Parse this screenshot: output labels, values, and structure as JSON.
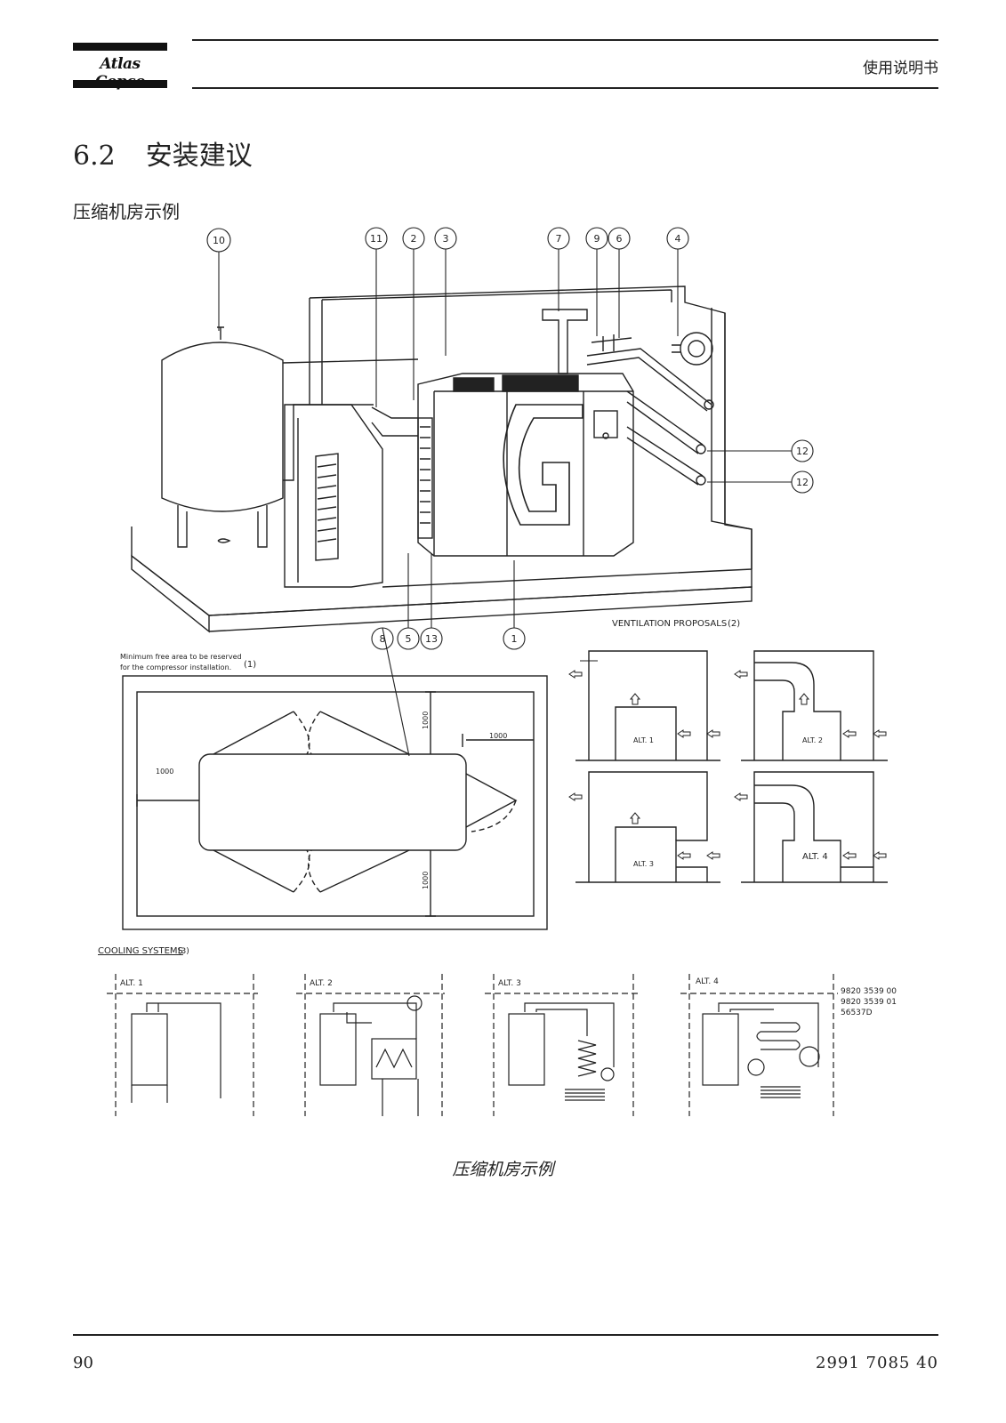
{
  "header": {
    "logo_text": "Atlas Copco",
    "title": "使用说明书"
  },
  "section": {
    "number": "6.2",
    "title": "安装建议"
  },
  "subtitle": "压缩机房示例",
  "figure": {
    "callouts": [
      "10",
      "11",
      "2",
      "3",
      "7",
      "9",
      "6",
      "4",
      "12",
      "12",
      "8",
      "5",
      "13",
      "1"
    ],
    "ventilation_label": "VENTILATION PROPOSALS",
    "ventilation_note": "(2)",
    "free_area_note_line1": "Minimum free area to be reserved",
    "free_area_note_line2": "for the compressor installation.",
    "free_area_note_ref": "(1)",
    "dimension_1000": "1000",
    "vent_alts": [
      "ALT. 1",
      "ALT. 2",
      "ALT. 3",
      "ALT. 4"
    ],
    "cooling_label": "COOLING SYSTEMS",
    "cooling_note": "(3)",
    "cooling_alts": [
      "ALT. 1",
      "ALT. 2",
      "ALT. 3",
      "ALT. 4"
    ],
    "drawing_refs": [
      "9820 3539 00",
      "9820 3539 01",
      "56537D"
    ]
  },
  "caption": "压缩机房示例",
  "footer": {
    "page_number": "90",
    "document_number": "2991 7085 40"
  }
}
